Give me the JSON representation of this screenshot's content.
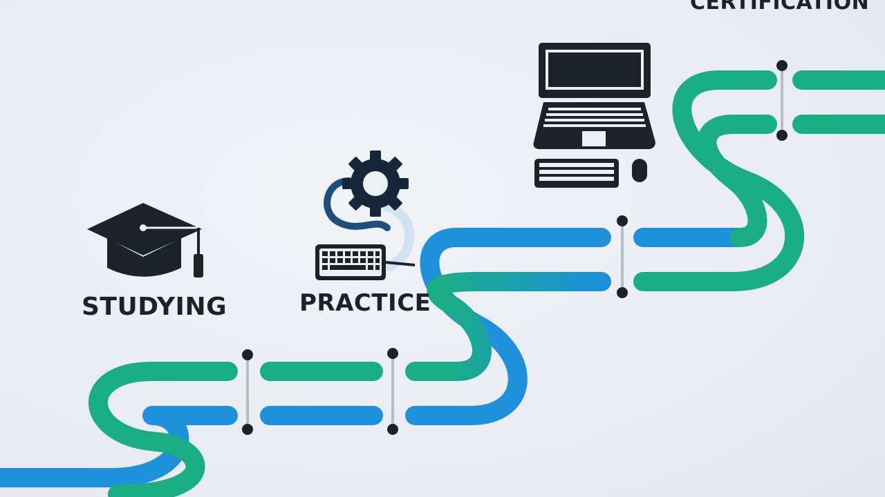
{
  "stages": [
    {
      "id": "studying",
      "label": "STUDYING",
      "icon": "graduation-cap-icon"
    },
    {
      "id": "practice",
      "label": "PRACTICE",
      "icon": "gear-keyboard-icon"
    },
    {
      "id": "certification",
      "label": "CERTIFICATION",
      "icon": "laptop-icon"
    }
  ],
  "colors": {
    "green": "#1aae83",
    "blue": "#1e90dc",
    "dark": "#1d2129",
    "connector": "#b8bcc4"
  }
}
